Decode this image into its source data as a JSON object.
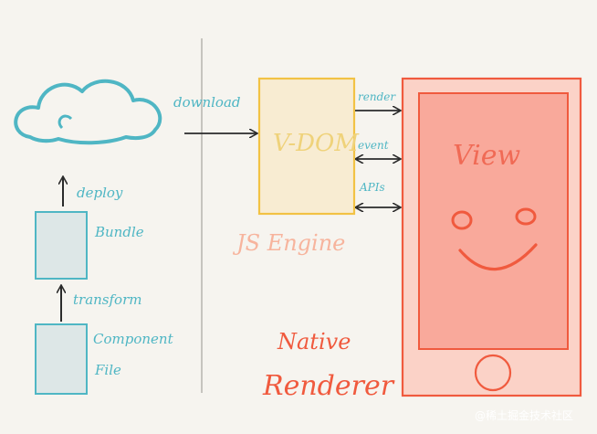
{
  "left": {
    "cloud_arrow_label": "download",
    "deploy_label": "deploy",
    "bundle_label": "Bundle",
    "transform_label": "transform",
    "component_label_line1": "Component",
    "component_label_line2": "File"
  },
  "engine": {
    "box_label": "V-DOM",
    "caption": "JS Engine",
    "arrow_labels": {
      "render": "render",
      "event": "event",
      "apis": "APIs"
    }
  },
  "phone": {
    "screen_label": "View",
    "renderer_caption_line1": "Native",
    "renderer_caption_line2": "Renderer"
  },
  "watermark": "@稀土掘金技术社区",
  "colors": {
    "teal": "#4fb6c4",
    "yellow": "#f2c244",
    "yellow_fill": "#f8ecd2",
    "red": "#f05a3e",
    "phone_fill": "#fbd2c7",
    "screen_fill": "#f9a99b",
    "arrow": "#2b2b2b"
  }
}
